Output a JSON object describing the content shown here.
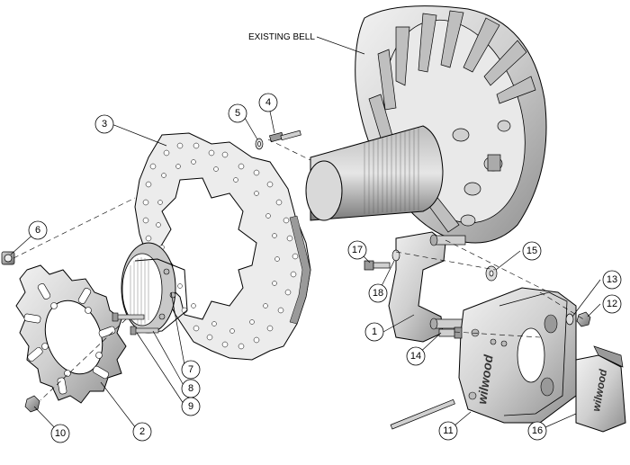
{
  "labels": {
    "existing_bell": "EXISTING BELL"
  },
  "callouts": [
    {
      "id": "1",
      "num": "1"
    },
    {
      "id": "2",
      "num": "2"
    },
    {
      "id": "3",
      "num": "3"
    },
    {
      "id": "4",
      "num": "4"
    },
    {
      "id": "5",
      "num": "5"
    },
    {
      "id": "6",
      "num": "6"
    },
    {
      "id": "7",
      "num": "7"
    },
    {
      "id": "8",
      "num": "8"
    },
    {
      "id": "9",
      "num": "9"
    },
    {
      "id": "10",
      "num": "10"
    },
    {
      "id": "11",
      "num": "11"
    },
    {
      "id": "12",
      "num": "12"
    },
    {
      "id": "13",
      "num": "13"
    },
    {
      "id": "14",
      "num": "14"
    },
    {
      "id": "15",
      "num": "15"
    },
    {
      "id": "16",
      "num": "16"
    },
    {
      "id": "17",
      "num": "17"
    },
    {
      "id": "18",
      "num": "18"
    }
  ],
  "brand": {
    "caliper_text": "wilwood",
    "pad_text": "wilwood"
  },
  "colors": {
    "line": "#000000",
    "part_fill": "#dcdcdc",
    "part_dark": "#9a9a9a",
    "background": "#ffffff"
  }
}
